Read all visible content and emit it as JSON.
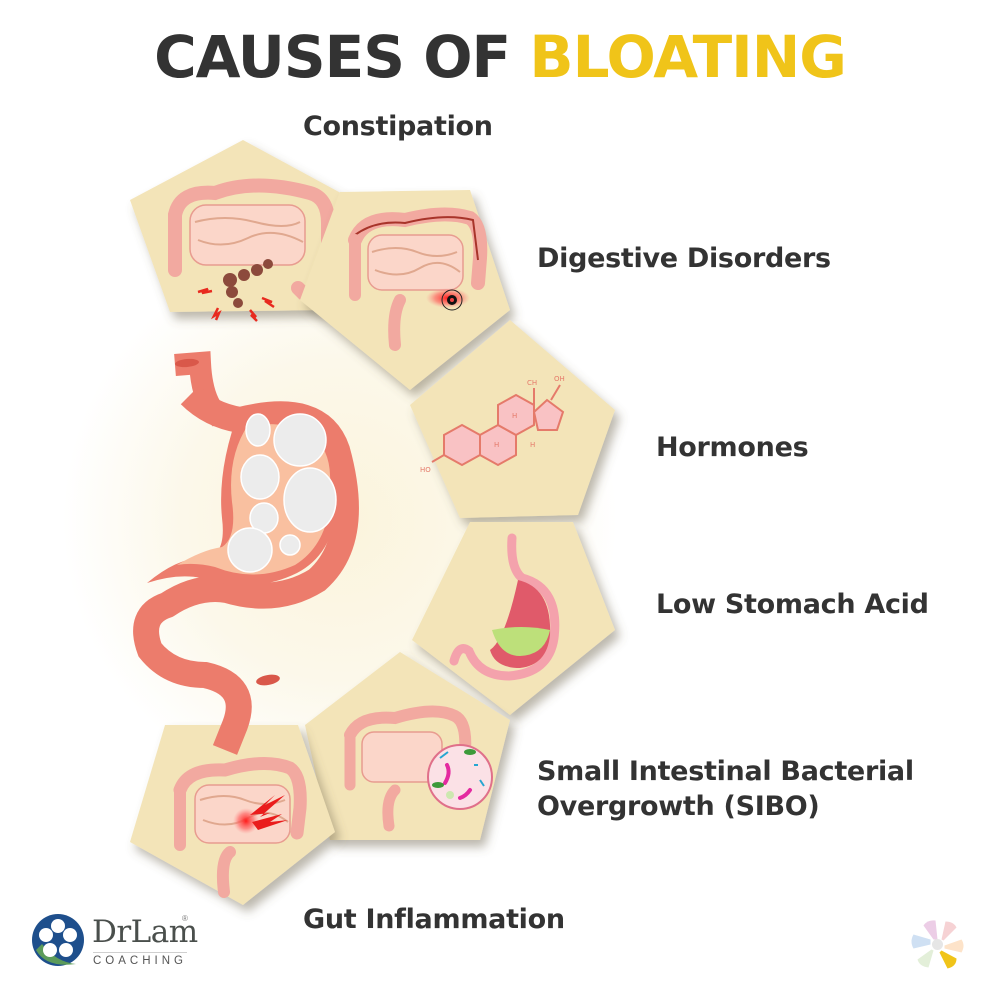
{
  "title": {
    "part1": "CAUSES OF",
    "part2": "BLOATING",
    "color_dark": "#333333",
    "color_accent": "#f0c419"
  },
  "central_illustration": {
    "icon": "bloated-stomach-icon",
    "description": "Stomach filled with gas bubbles"
  },
  "causes": [
    {
      "id": "constipation",
      "label": "Constipation",
      "icon": "constipated-colon-icon"
    },
    {
      "id": "digestive-disorders",
      "label": "Digestive Disorders",
      "icon": "inflamed-colon-pain-icon"
    },
    {
      "id": "hormones",
      "label": "Hormones",
      "icon": "hormone-molecule-icon",
      "molecule_labels": [
        "OH",
        "CH",
        "H",
        "H",
        "H",
        "HO"
      ]
    },
    {
      "id": "low-stomach-acid",
      "label": "Low Stomach Acid",
      "icon": "stomach-acid-icon"
    },
    {
      "id": "sibo",
      "label_line1": "Small Intestinal Bacterial",
      "label_line2": "Overgrowth (SIBO)",
      "icon": "intestine-bacteria-icon"
    },
    {
      "id": "gut-inflammation",
      "label": "Gut Inflammation",
      "icon": "intestine-inflammation-icon"
    }
  ],
  "brand": {
    "name": "DrLam",
    "registered": "®",
    "subtitle": "COACHING",
    "logo_colors": [
      "#1e4f8c",
      "#5c9b5a"
    ]
  },
  "flower_mark": {
    "petal_colors": [
      "#eccde6",
      "#f6d2d4",
      "#fde3c9",
      "#f0c419",
      "#e3efd9",
      "#cfe0f3"
    ],
    "center_color": "#e6e6e6"
  },
  "colors": {
    "tile": "#f3e4b8",
    "tile_shadow": "#b5aa8a",
    "stomach": "#ec7c6c",
    "stomach_inner": "#f9c0a0"
  }
}
